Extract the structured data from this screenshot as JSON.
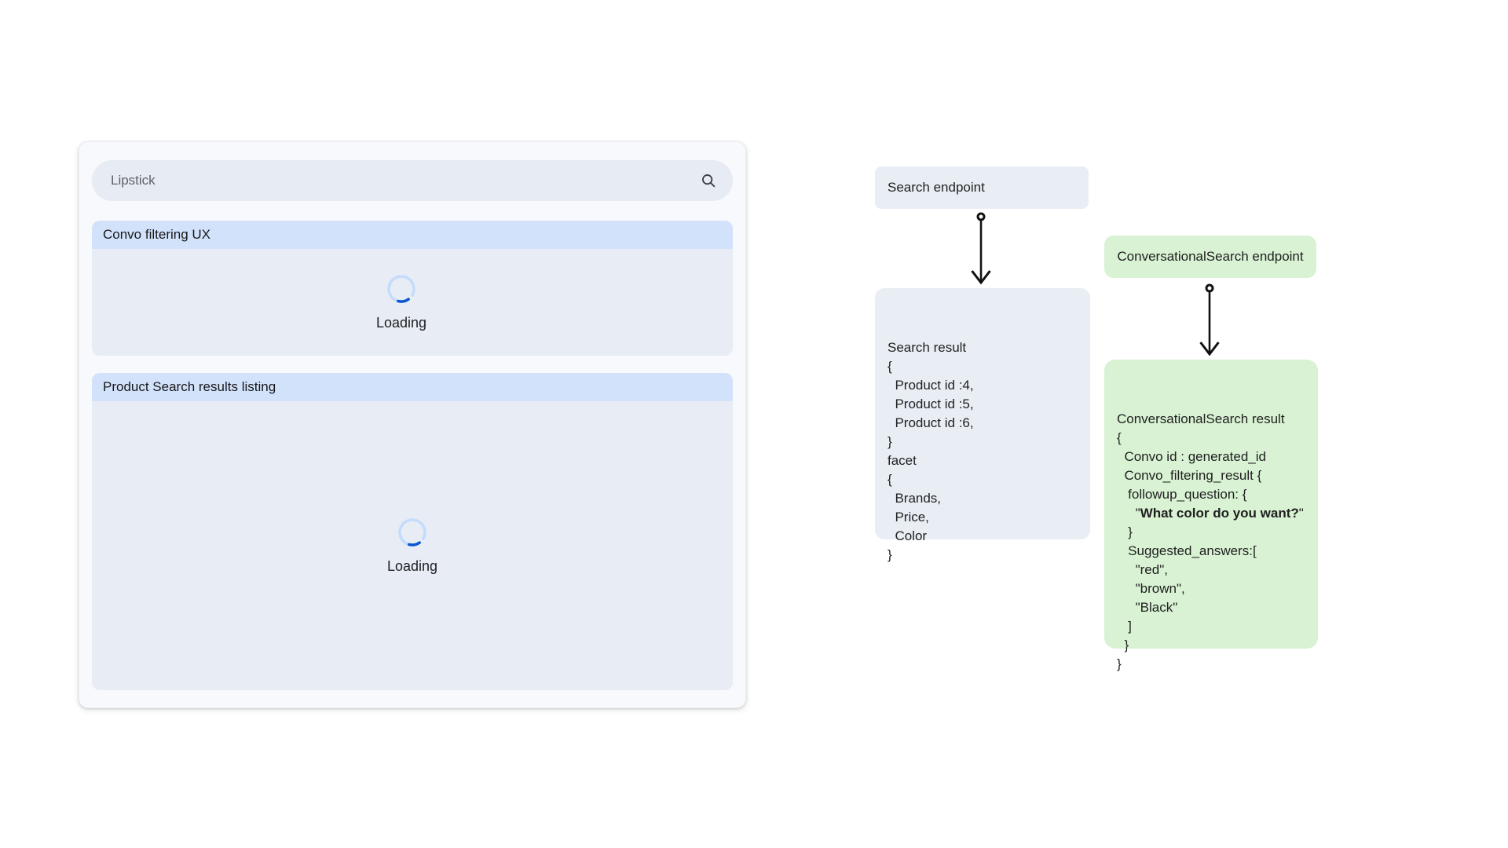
{
  "colors": {
    "page-bg": "#ffffff",
    "card-bg": "#f7f9fc",
    "pill-bg": "#e7ebf3",
    "section-header-bg": "#d3e2fb",
    "section-body-bg": "#e8ecf4",
    "gray-node-bg": "#e9eef5",
    "green-node-bg": "#d8f2d3",
    "spinner-track": "#c3dcfb",
    "spinner-arc": "#0b57d0",
    "text-primary": "#1f1f1f",
    "text-secondary": "#5f6368",
    "arrow-stroke": "#111111"
  },
  "search_ui": {
    "search": {
      "value": "Lipstick",
      "icon": "search-icon"
    },
    "sections": [
      {
        "title": "Convo filtering UX",
        "loading_label": "Loading"
      },
      {
        "title": "Product Search results listing",
        "loading_label": "Loading"
      }
    ]
  },
  "flow": {
    "search_endpoint": {
      "label": "Search endpoint"
    },
    "search_result": {
      "lines": [
        "Search result",
        "{",
        "  Product id :4,",
        "  Product id :5,",
        "  Product id :6,",
        "}",
        "facet",
        "{",
        "  Brands,",
        "  Price,",
        "  Color",
        "}"
      ]
    },
    "conversational_endpoint": {
      "label": "ConversationalSearch endpoint"
    },
    "conversational_result": {
      "lines": [
        "ConversationalSearch result",
        "{",
        "  Convo id : generated_id",
        "  Convo_filtering_result {",
        "   followup_question: {",
        {
          "prefix": "     \"",
          "bold_text": "What color do you want?",
          "suffix": "\""
        },
        "   }",
        "   Suggested_answers:[",
        "     \"red\",",
        "     \"brown\",",
        "     \"Black\"",
        "   ]",
        "  }",
        "}"
      ]
    }
  }
}
